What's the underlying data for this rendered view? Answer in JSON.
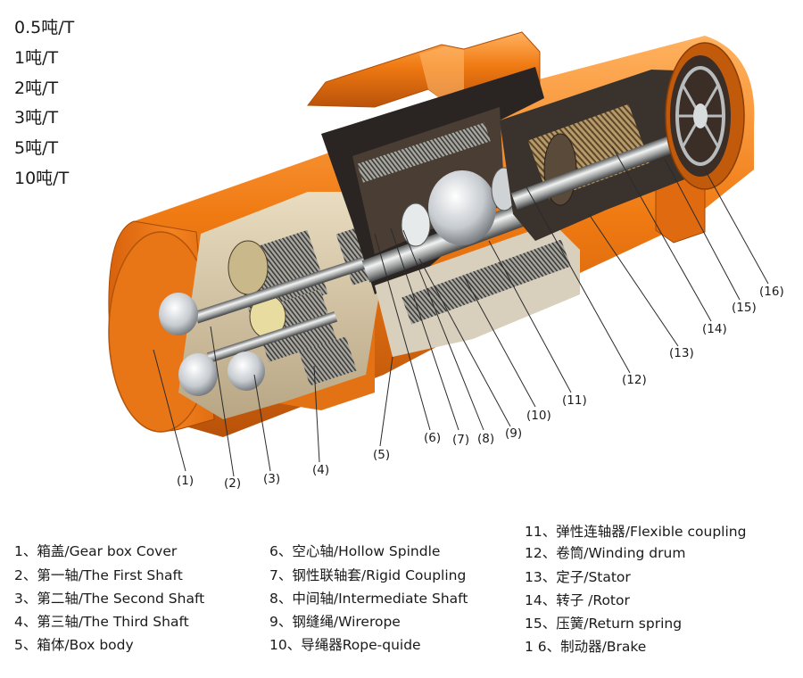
{
  "capacities": [
    "0.5吨/T",
    "1吨/T",
    "2吨/T",
    "3吨/T",
    "5吨/T",
    "10吨/T"
  ],
  "callouts": [
    "(1)",
    "(2)",
    "(3)",
    "(4)",
    "(5)",
    "(6)",
    "(7)",
    "(8)",
    "(9)",
    "(10)",
    "(11)",
    "(12)",
    "(13)",
    "(14)",
    "(15)",
    "(16)"
  ],
  "legend": [
    "1、箱盖/Gear box Cover",
    "2、第一轴/The First Shaft",
    "3、第二轴/The Second Shaft",
    "4、第三轴/The Third Shaft",
    "5、箱体/Box body",
    "6、空心轴/Hollow Spindle",
    "7、钢性联轴套/Rigid Coupling",
    "8、中间轴/Intermediate Shaft",
    "9、钢缝绳/Wirerope",
    "10、导绳器Rope-quide",
    "11、弹性连轴器/Flexible coupling",
    "12、卷筒/Winding drum",
    "13、定子/Stator",
    "14、转子 /Rotor",
    "15、压簧/Return spring",
    "1 6、制动器/Brake"
  ],
  "colors": {
    "housing": "#f07a12",
    "housing_dark": "#c85a0a",
    "housing_light": "#ffa850",
    "interior": "#d8c7a4",
    "steel": "#9a9c9c",
    "steel_light": "#e8ecee",
    "dark": "#2a2522",
    "line": "#2b2b2b"
  }
}
